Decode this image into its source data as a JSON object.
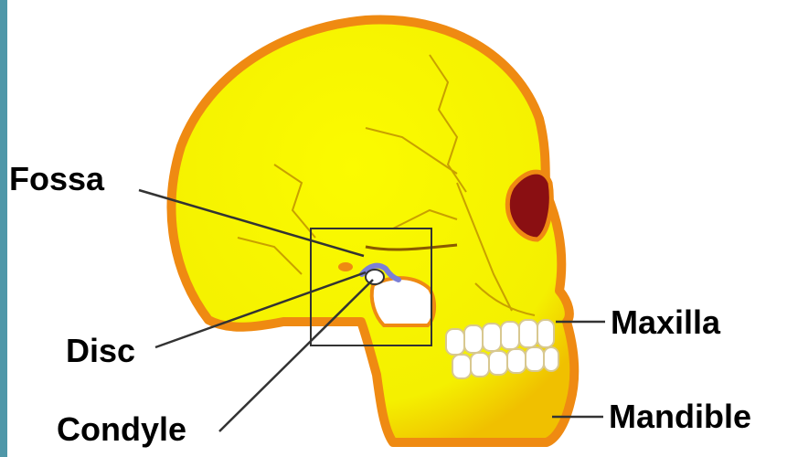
{
  "labels": {
    "fossa": "Fossa",
    "disc": "Disc",
    "condyle": "Condyle",
    "maxilla": "Maxilla",
    "mandible": "Mandible"
  },
  "colors": {
    "bone": "#f6f600",
    "bone_outline": "#ef8a12",
    "eye_socket": "#8a0f12",
    "disc": "#7b7fd6",
    "leader_line": "#333333",
    "edge_strip": "#4f97a8"
  }
}
